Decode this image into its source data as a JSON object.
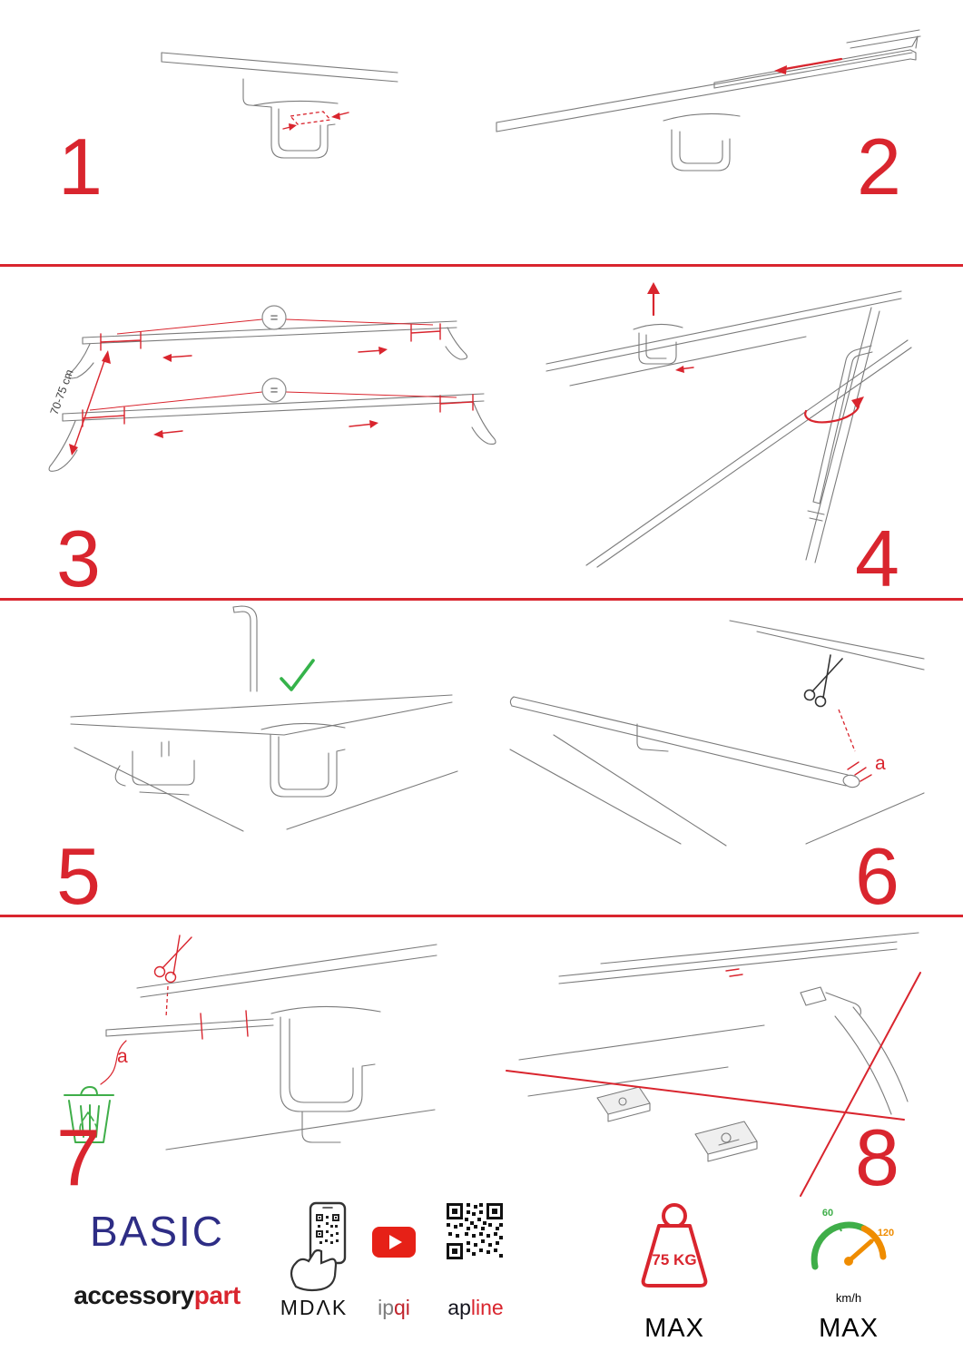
{
  "colors": {
    "accent_red": "#d9252e",
    "brand_navy": "#2e2d85",
    "green": "#3fae49",
    "orange": "#ef8c00",
    "youtube_red": "#e62117",
    "drawing_gray": "#7b7b7b"
  },
  "steps": [
    {
      "number": "1"
    },
    {
      "number": "2"
    },
    {
      "number": "3"
    },
    {
      "number": "4"
    },
    {
      "number": "5"
    },
    {
      "number": "6"
    },
    {
      "number": "7"
    },
    {
      "number": "8"
    }
  ],
  "annotations": {
    "equal_sign": "=",
    "dimension_label": "70-75 cm",
    "step6_cut_label": "a",
    "step7_cut_label": "a"
  },
  "icons": {
    "scissors_icon": "✂",
    "check_icon": "✓",
    "recycle_icon": "♻",
    "trash_bin_icon": "waste-bin",
    "allen_key_icon": "hex-key",
    "youtube_play_icon": "▶",
    "qr_code_icon": "qr-code",
    "phone_scan_icon": "phone-with-qr",
    "weight_icon": "kettlebell",
    "speedometer_icon": "gauge"
  },
  "footer": {
    "brand_title": "BASIC",
    "brand_sub_dark": "accessory",
    "brand_sub_red": "part",
    "partner_mdak": "MDΛK",
    "partner_ipqi_gray": "ip",
    "partner_ipqi_red": "qi",
    "partner_apline_dark": "ap",
    "partner_apline_red": "line",
    "weight_value": "75 KG",
    "weight_max_label": "MAX",
    "speed_low": "60",
    "speed_high": "120",
    "speed_unit": "km/h",
    "speed_max_label": "MAX"
  }
}
